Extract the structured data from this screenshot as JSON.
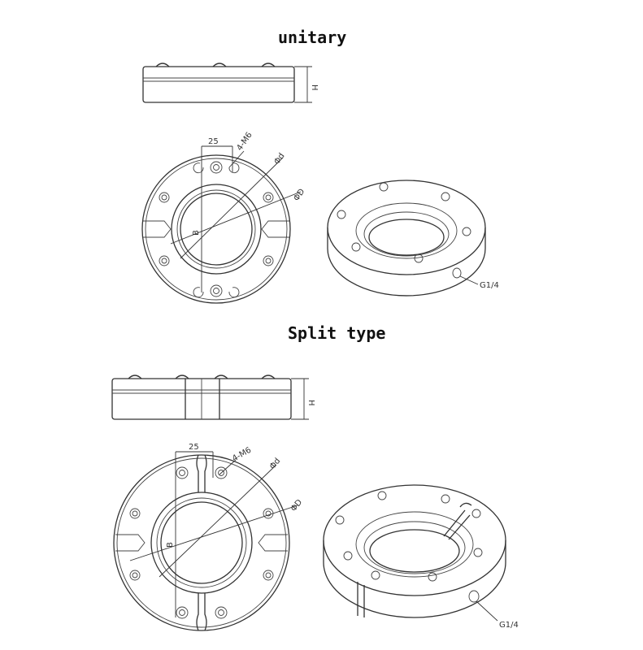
{
  "titles": {
    "unitary": "unitary",
    "split": "Split type"
  },
  "labels": {
    "height": "H",
    "pitch": "25",
    "thread": "4-M6",
    "inner_dia": "Φd",
    "outer_dia": "ΦD",
    "bolt_circle": "B",
    "port": "G1/4"
  }
}
